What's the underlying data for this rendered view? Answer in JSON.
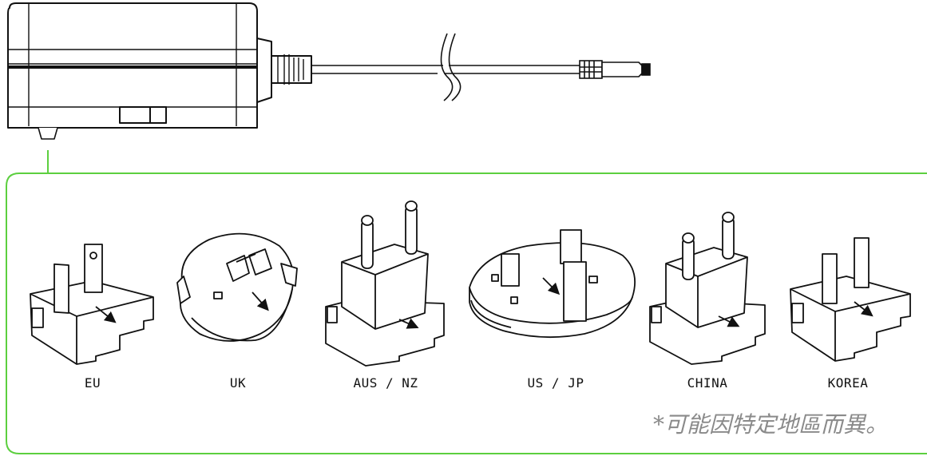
{
  "plugs": [
    {
      "id": "eu",
      "label": "EU"
    },
    {
      "id": "uk",
      "label": "UK"
    },
    {
      "id": "aus-nz",
      "label": "AUS / NZ"
    },
    {
      "id": "us-jp",
      "label": "US / JP"
    },
    {
      "id": "china",
      "label": "CHINA"
    },
    {
      "id": "korea",
      "label": "KOREA"
    }
  ],
  "footnote": "*可能因特定地區而異。",
  "colors": {
    "frame": "#5ccf3f",
    "line": "#111111",
    "footnote": "#8a8a8a"
  }
}
